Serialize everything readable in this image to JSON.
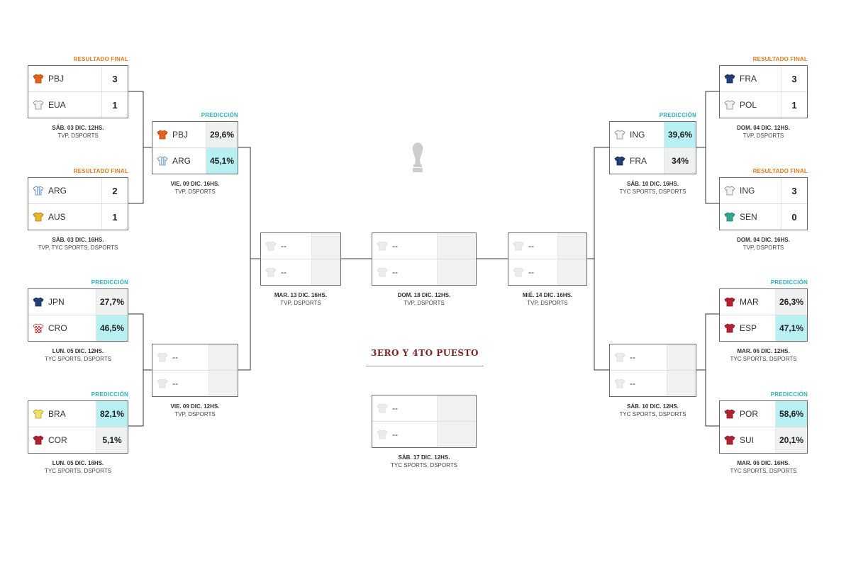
{
  "colors": {
    "label_final": "#e07a1f",
    "label_prediction": "#2ab1bd",
    "highlight": "#b8f0f2",
    "third_place_title": "#7a2222"
  },
  "labels": {
    "final": "RESULTADO FINAL",
    "prediction": "PREDICCIÓN"
  },
  "third_place": {
    "title": "3ERO Y 4TO PUESTO"
  },
  "matches": {
    "r16_1": {
      "status": "final",
      "teams": [
        {
          "code": "PBJ",
          "value": "3",
          "shirt": "orange"
        },
        {
          "code": "EUA",
          "value": "1",
          "shirt": "white"
        }
      ],
      "date": "SÁB. 03 DIC. 12HS.",
      "tv": "TVP, DSPORTS"
    },
    "r16_2": {
      "status": "final",
      "teams": [
        {
          "code": "ARG",
          "value": "2",
          "shirt": "stripes"
        },
        {
          "code": "AUS",
          "value": "1",
          "shirt": "gold"
        }
      ],
      "date": "SÁB. 03 DIC. 16HS.",
      "tv": "TVP, TYC SPORTS, DSPORTS"
    },
    "r16_3": {
      "status": "prediction",
      "teams": [
        {
          "code": "JPN",
          "value": "27,7%",
          "shirt": "navy"
        },
        {
          "code": "CRO",
          "value": "46,5%",
          "shirt": "checker"
        }
      ],
      "date": "LUN. 05 DIC. 12HS.",
      "tv": "TYC SPORTS, DSPORTS"
    },
    "r16_4": {
      "status": "prediction",
      "teams": [
        {
          "code": "BRA",
          "value": "82,1%",
          "shirt": "yellow"
        },
        {
          "code": "COR",
          "value": "5,1%",
          "shirt": "red"
        }
      ],
      "date": "LUN. 05 DIC. 16HS.",
      "tv": "TYC SPORTS, DSPORTS"
    },
    "r16_5": {
      "status": "final",
      "teams": [
        {
          "code": "FRA",
          "value": "3",
          "shirt": "navy"
        },
        {
          "code": "POL",
          "value": "1",
          "shirt": "white"
        }
      ],
      "date": "DOM. 04 DIC. 12HS.",
      "tv": "TVP, DSPORTS"
    },
    "r16_6": {
      "status": "final",
      "teams": [
        {
          "code": "ING",
          "value": "3",
          "shirt": "white"
        },
        {
          "code": "SEN",
          "value": "0",
          "shirt": "teal"
        }
      ],
      "date": "DOM. 04 DIC. 16HS.",
      "tv": "TVP, DSPORTS"
    },
    "r16_7": {
      "status": "prediction",
      "teams": [
        {
          "code": "MAR",
          "value": "26,3%",
          "shirt": "red"
        },
        {
          "code": "ESP",
          "value": "47,1%",
          "shirt": "red"
        }
      ],
      "date": "MAR. 06 DIC. 12HS.",
      "tv": "TYC SPORTS, DSPORTS"
    },
    "r16_8": {
      "status": "prediction",
      "teams": [
        {
          "code": "POR",
          "value": "58,6%",
          "shirt": "red"
        },
        {
          "code": "SUI",
          "value": "20,1%",
          "shirt": "red"
        }
      ],
      "date": "MAR. 06 DIC. 16HS.",
      "tv": "TYC SPORTS, DSPORTS"
    },
    "qf_1": {
      "status": "prediction",
      "teams": [
        {
          "code": "PBJ",
          "value": "29,6%",
          "shirt": "orange"
        },
        {
          "code": "ARG",
          "value": "45,1%",
          "shirt": "stripes"
        }
      ],
      "date": "VIE. 09 DIC. 16HS.",
      "tv": "TVP, DSPORTS"
    },
    "qf_2": {
      "status": "pending",
      "teams": [
        {
          "code": "--",
          "value": "",
          "shirt": "ghost"
        },
        {
          "code": "--",
          "value": "",
          "shirt": "ghost"
        }
      ],
      "date": "VIE. 09 DIC. 12HS.",
      "tv": "TVP, DSPORTS"
    },
    "qf_3": {
      "status": "prediction",
      "teams": [
        {
          "code": "ING",
          "value": "39,6%",
          "shirt": "white"
        },
        {
          "code": "FRA",
          "value": "34%",
          "shirt": "navy"
        }
      ],
      "date": "SÁB. 10 DIC. 16HS.",
      "tv": "TYC SPORTS, DSPORTS"
    },
    "qf_4": {
      "status": "pending",
      "teams": [
        {
          "code": "--",
          "value": "",
          "shirt": "ghost"
        },
        {
          "code": "--",
          "value": "",
          "shirt": "ghost"
        }
      ],
      "date": "SÁB. 10 DIC. 12HS.",
      "tv": "TYC SPORTS, DSPORTS"
    },
    "sf_1": {
      "status": "pending",
      "teams": [
        {
          "code": "--",
          "value": "",
          "shirt": "ghost"
        },
        {
          "code": "--",
          "value": "",
          "shirt": "ghost"
        }
      ],
      "date": "MAR. 13 DIC. 16HS.",
      "tv": "TVP, DSPORTS"
    },
    "sf_2": {
      "status": "pending",
      "teams": [
        {
          "code": "--",
          "value": "",
          "shirt": "ghost"
        },
        {
          "code": "--",
          "value": "",
          "shirt": "ghost"
        }
      ],
      "date": "MIÉ. 14 DIC. 16HS.",
      "tv": "TVP, DSPORTS"
    },
    "final": {
      "status": "pending",
      "teams": [
        {
          "code": "--",
          "value": "",
          "shirt": "ghost"
        },
        {
          "code": "--",
          "value": "",
          "shirt": "ghost"
        }
      ],
      "date": "DOM. 18 DIC. 12HS.",
      "tv": "TVP, DSPORTS"
    },
    "third": {
      "status": "pending",
      "teams": [
        {
          "code": "--",
          "value": "",
          "shirt": "ghost"
        },
        {
          "code": "--",
          "value": "",
          "shirt": "ghost"
        }
      ],
      "date": "SÁB. 17 DIC. 12HS.",
      "tv": "TYC SPORTS, DSPORTS"
    }
  }
}
